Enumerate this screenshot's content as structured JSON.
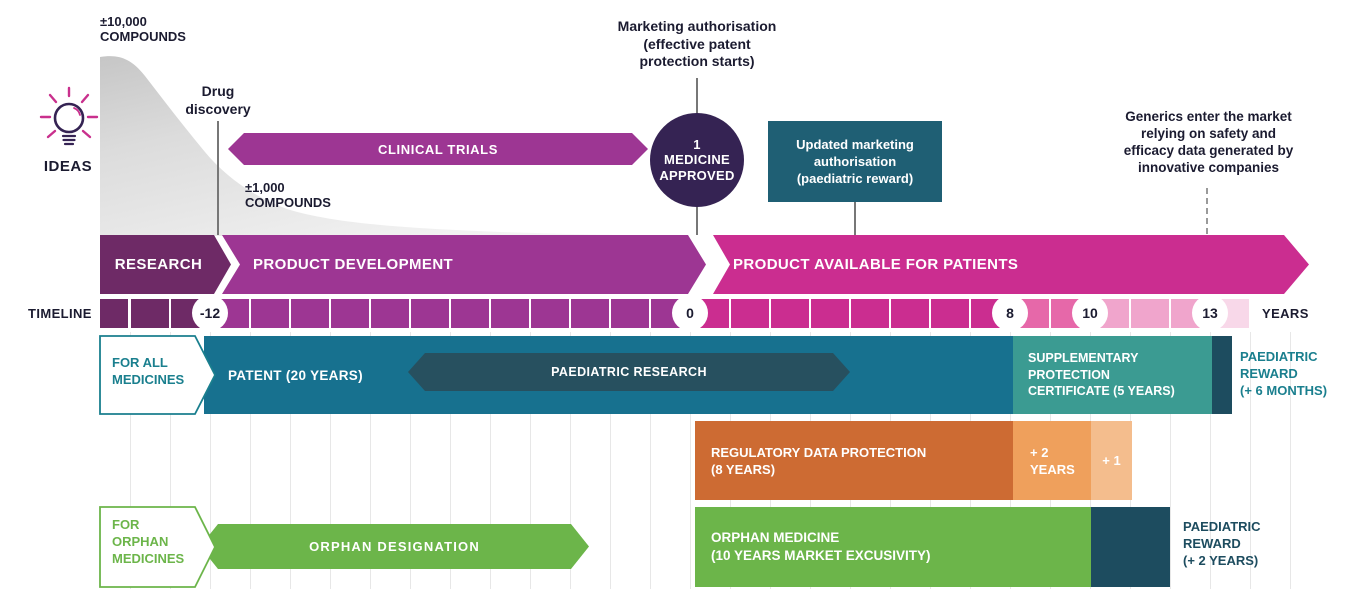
{
  "colors": {
    "research": "#6e2a66",
    "development": "#9d3693",
    "available": "#cb2d90",
    "patent": "#17718f",
    "paediatric_research": "#27505f",
    "spc": "#3b9b92",
    "dark_teal_block": "#1d4c5f",
    "rdp_orange": "#cd6b33",
    "plus2_orange": "#efa05c",
    "plus1_orange": "#f4bd8d",
    "orphan_green": "#6cb54a",
    "medicine_circle": "#352353",
    "updated_box": "#1f5f74",
    "teal_text": "#1a7f8e",
    "navy_text": "#1d4c5f",
    "ink": "#1b1b30"
  },
  "annotations": {
    "compounds_large_1": "±10,000",
    "compounds_large_2": "COMPOUNDS",
    "ideas": "IDEAS",
    "drug_discovery_1": "Drug",
    "drug_discovery_2": "discovery",
    "compounds_small_1": "±1,000",
    "compounds_small_2": "COMPOUNDS",
    "clinical_trials": "CLINICAL TRIALS",
    "marketing_auth_1": "Marketing authorisation",
    "marketing_auth_2": "(effective patent",
    "marketing_auth_3": "protection starts)",
    "medicine_1": "1",
    "medicine_2": "MEDICINE",
    "medicine_3": "APPROVED",
    "updated_auth_1": "Updated marketing",
    "updated_auth_2": "authorisation",
    "updated_auth_3": "(paediatric reward)",
    "generics_1": "Generics enter the market",
    "generics_2": "relying on safety and",
    "generics_3": "efficacy data generated by",
    "generics_4": "innovative companies"
  },
  "stages": {
    "research": "RESEARCH",
    "development": "PRODUCT DEVELOPMENT",
    "available": "PRODUCT AVAILABLE FOR PATIENTS"
  },
  "timeline": {
    "label": "TIMELINE",
    "years_label": "YEARS",
    "year_start": -15,
    "year_end": 14,
    "markers": [
      {
        "year": -12,
        "label": "-12"
      },
      {
        "year": 0,
        "label": "0"
      },
      {
        "year": 8,
        "label": "8"
      },
      {
        "year": 10,
        "label": "10"
      },
      {
        "year": 13,
        "label": "13"
      }
    ],
    "segments": [
      {
        "from": -15,
        "to": -12,
        "color": "#6e2a66"
      },
      {
        "from": -12,
        "to": 0,
        "color": "#9d3693"
      },
      {
        "from": 0,
        "to": 8,
        "color": "#cb2d90"
      },
      {
        "from": 8,
        "to": 10,
        "color": "#e668a9"
      },
      {
        "from": 10,
        "to": 13,
        "color": "#f0a5cc"
      },
      {
        "from": 13,
        "to": 14,
        "color": "#f8d8e9"
      }
    ]
  },
  "all_medicines": {
    "label_1": "FOR ALL",
    "label_2": "MEDICINES",
    "patent": "PATENT (20 YEARS)",
    "paediatric_research": "PAEDIATRIC RESEARCH",
    "spc_1": "SUPPLEMENTARY",
    "spc_2": "PROTECTION",
    "spc_3": "CERTIFICATE (5 YEARS)",
    "reward_1": "PAEDIATRIC",
    "reward_2": "REWARD",
    "reward_3": "(+ 6 MONTHS)"
  },
  "regulatory": {
    "rdp_1": "REGULATORY DATA PROTECTION",
    "rdp_2": "(8 YEARS)",
    "plus2_1": "+ 2",
    "plus2_2": "YEARS",
    "plus1": "+ 1"
  },
  "orphan": {
    "label_1": "FOR",
    "label_2": "ORPHAN",
    "label_3": "MEDICINES",
    "designation": "ORPHAN DESIGNATION",
    "exclusivity_1": "ORPHAN MEDICINE",
    "exclusivity_2": "(10 YEARS MARKET EXCUSIVITY)",
    "reward_1": "PAEDIATRIC",
    "reward_2": "REWARD",
    "reward_3": "(+ 2 YEARS)"
  }
}
